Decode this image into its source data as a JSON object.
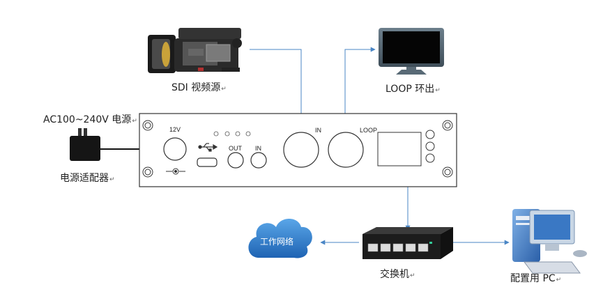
{
  "labels": {
    "camera": "SDI 视频源",
    "monitor": "LOOP 环出",
    "ac_power": "AC100~240V 电源",
    "adapter": "电源适配器",
    "switch": "交换机",
    "pc": "配置用 PC",
    "network": "工作网络"
  },
  "paragraph_mark": "↵",
  "device_panel": {
    "port_12v": "12V",
    "port_out": "OUT",
    "port_in_small": "IN",
    "sdi_in": "IN",
    "loop": "LOOP"
  },
  "colors": {
    "connector_line": "#4a86c5",
    "panel_border": "#333333",
    "cloud_blue": "#2f7ac8",
    "power_cable": "#111111"
  }
}
